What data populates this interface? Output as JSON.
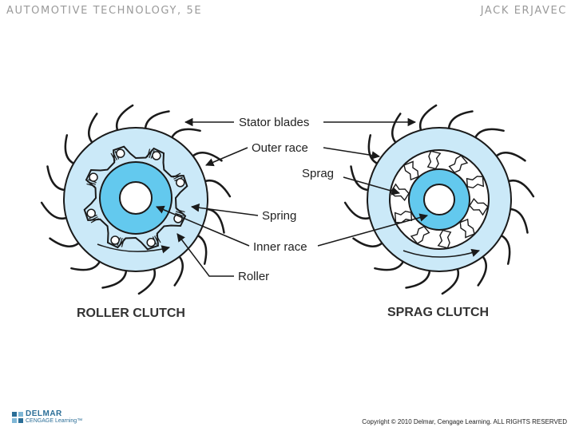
{
  "header": {
    "book_title": "AUTOMOTIVE TECHNOLOGY, 5E",
    "author": "JACK ERJAVEC"
  },
  "labels": {
    "stator_blades": "Stator blades",
    "outer_race": "Outer race",
    "sprag": "Sprag",
    "spring": "Spring",
    "inner_race": "Inner race",
    "roller": "Roller"
  },
  "captions": {
    "roller_clutch": "ROLLER CLUTCH",
    "sprag_clutch": "SPRAG CLUTCH"
  },
  "logo": {
    "name": "DELMAR",
    "subtitle": "CENGAGE Learning™"
  },
  "copyright": "Copyright © 2010 Delmar, Cengage Learning. ALL RIGHTS RESERVED",
  "colors": {
    "outer_race_fill": "#cbe9f8",
    "inner_race_fill": "#63c9ee",
    "outline": "#1a1a1a",
    "header_text": "#9a9a9a",
    "logo_blue": "#2b6e97"
  }
}
